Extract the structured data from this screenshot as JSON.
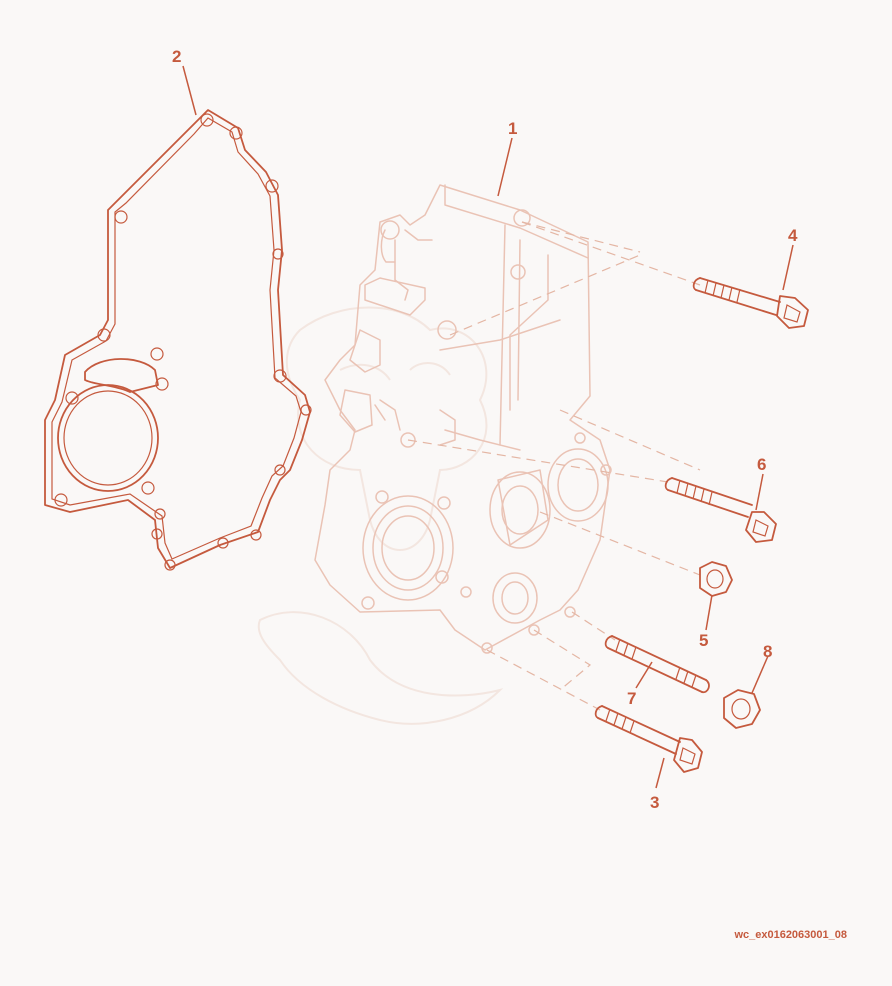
{
  "diagram": {
    "parts": [
      {
        "number": "1"
      },
      {
        "number": "2"
      },
      {
        "number": "3"
      },
      {
        "number": "4"
      },
      {
        "number": "5"
      },
      {
        "number": "6"
      },
      {
        "number": "7"
      },
      {
        "number": "8"
      }
    ],
    "image_code": "wc_ex0162063001_08",
    "colors": {
      "accent": "#c55a3e",
      "faint": "#eac3b5",
      "background": "#faf8f7"
    }
  }
}
